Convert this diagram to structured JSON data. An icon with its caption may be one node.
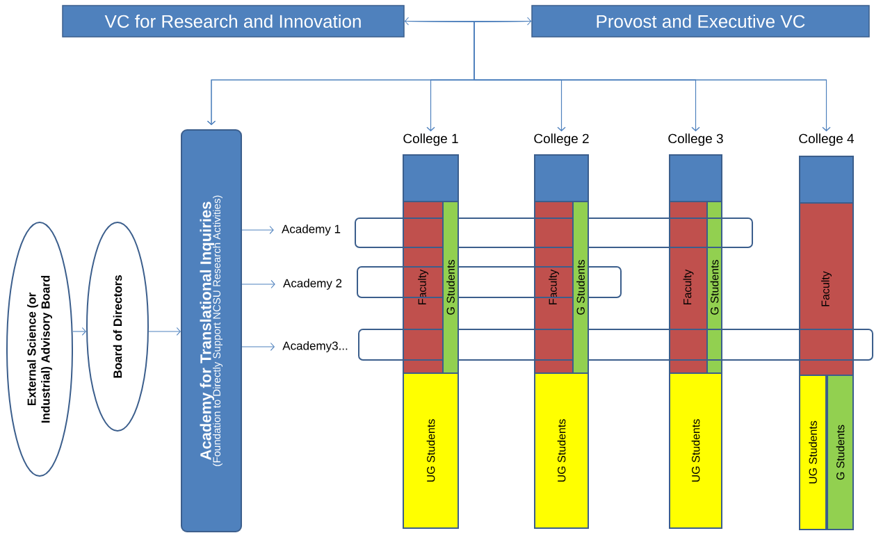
{
  "diagram": {
    "nodes": [
      {
        "text": [
          "VC for Research and Innovation"
        ]
      },
      {
        "text": [
          "Provost and Executive VC"
        ]
      },
      {
        "text": [
          "External Science (or Industrial) Advisory Board"
        ]
      },
      {
        "text": [
          "Board of Directors"
        ]
      },
      {
        "text": [
          "Academy for Translational Inquiries",
          "(Foundation to Directly Support NCSU Research Activities)"
        ]
      },
      {
        "text": [
          "Academy 1"
        ]
      },
      {
        "text": [
          "Academy 2"
        ]
      },
      {
        "text": [
          "Academy3..."
        ]
      },
      {
        "text": [
          "College 1"
        ]
      },
      {
        "text": [],
        "shape": "box"
      },
      {
        "text": [
          "Faculty"
        ]
      },
      {
        "text": [
          "G Students"
        ]
      },
      {
        "text": [
          "UG Students"
        ]
      },
      {
        "text": [
          "College 2"
        ]
      },
      {
        "text": [],
        "shape": "box"
      },
      {
        "text": [
          "Faculty"
        ]
      },
      {
        "text": [
          "G Students"
        ]
      },
      {
        "text": [
          "UG Students"
        ]
      },
      {
        "text": [
          "College 3"
        ]
      },
      {
        "text": [],
        "shape": "box"
      },
      {
        "text": [
          "Faculty"
        ]
      },
      {
        "text": [
          "G Students"
        ]
      },
      {
        "text": [
          "UG Students"
        ]
      },
      {
        "text": [
          "College 4"
        ]
      },
      {
        "text": [],
        "shape": "box"
      },
      {
        "text": [
          "Faculty"
        ]
      },
      {
        "text": [
          "UG Students"
        ]
      },
      {
        "text": [
          "G Students"
        ]
      },
      {
        "text": [],
        "shape": "box"
      },
      {
        "text": [],
        "shape": "box"
      },
      {
        "text": [],
        "shape": "box"
      }
    ],
    "edges": [
      {
        "from": 0,
        "to": 1,
        "arrow": "both"
      },
      {
        "from": 0,
        "to": 4,
        "arrow": "to"
      },
      {
        "from": 0,
        "to": 8,
        "arrow": "to"
      },
      {
        "from": 0,
        "to": 13,
        "arrow": "to"
      },
      {
        "from": 0,
        "to": 18,
        "arrow": "to"
      },
      {
        "from": 0,
        "to": 23,
        "arrow": "to"
      },
      {
        "from": 1,
        "to": 4,
        "arrow": "to"
      },
      {
        "from": 1,
        "to": 8,
        "arrow": "to"
      },
      {
        "from": 1,
        "to": 13,
        "arrow": "to"
      },
      {
        "from": 1,
        "to": 18,
        "arrow": "to"
      },
      {
        "from": 1,
        "to": 23,
        "arrow": "to"
      },
      {
        "from": 2,
        "to": 3,
        "arrow": "to"
      },
      {
        "from": 3,
        "to": 4,
        "arrow": "to"
      },
      {
        "from": 4,
        "to": 5,
        "arrow": "to"
      },
      {
        "from": 4,
        "to": 6,
        "arrow": "to"
      },
      {
        "from": 4,
        "to": 7,
        "arrow": "to"
      }
    ]
  }
}
